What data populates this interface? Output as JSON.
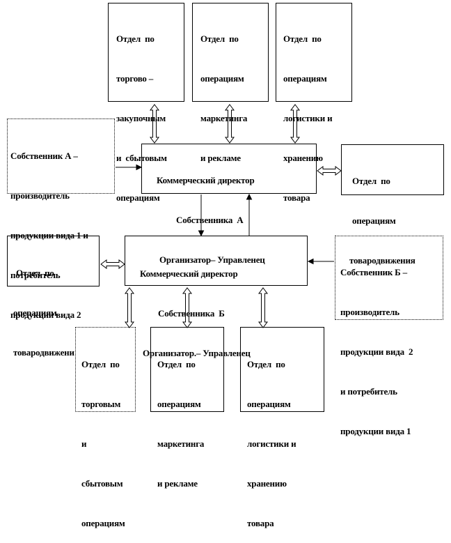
{
  "top_departments": {
    "trade": {
      "l1": "Отдел  по",
      "l2": "торгово –",
      "l3": "закупочным",
      "l4": "и  сбытовым",
      "l5": "операциям"
    },
    "marketing": {
      "l1": "Отдел  по",
      "l2": "операциям",
      "l3": "маркетинга",
      "l4": "и рекламе"
    },
    "logistics": {
      "l1": "Отдел  по",
      "l2": "операциям",
      "l3": "логистики и",
      "l4": "хранению",
      "l5": "товара"
    }
  },
  "owner_a": {
    "l1": "Собственник А –",
    "l2": "производитель",
    "l3": "продукции вида 1 и",
    "l4": "потребитель",
    "l5": "продукции вида 2"
  },
  "director_a": {
    "l1": "Коммерческий директор",
    "l2": "Собственника  А",
    "l3": "Организатор– Управленец"
  },
  "movement_a": {
    "l1": "Отдел  по",
    "l2": "операциям",
    "l3": "товародвижения"
  },
  "movement_b": {
    "l1": "Отдел  по",
    "l2": "операциям",
    "l3": "товародвижени"
  },
  "director_b": {
    "l1": "Коммерческий директор",
    "l2": "Собственника  Б",
    "l3": "Организатор.– Управленец"
  },
  "owner_b": {
    "l1": "Собственник Б –",
    "l2": "производитель",
    "l3": "продукции вида  2",
    "l4": "и потребитель",
    "l5": "продукции вида 1"
  },
  "bottom_departments": {
    "trade": {
      "l1": "Отдел  по",
      "l2": "торговым",
      "l3": "и",
      "l4": "сбытовым",
      "l5": "операциям"
    },
    "marketing": {
      "l1": "Отдел  по",
      "l2": "операциям",
      "l3": "маркетинга",
      "l4": "и рекламе"
    },
    "logistics": {
      "l1": "Отдел  по",
      "l2": "операциям",
      "l3": "логистики и",
      "l4": "хранению",
      "l5": "товара"
    }
  }
}
